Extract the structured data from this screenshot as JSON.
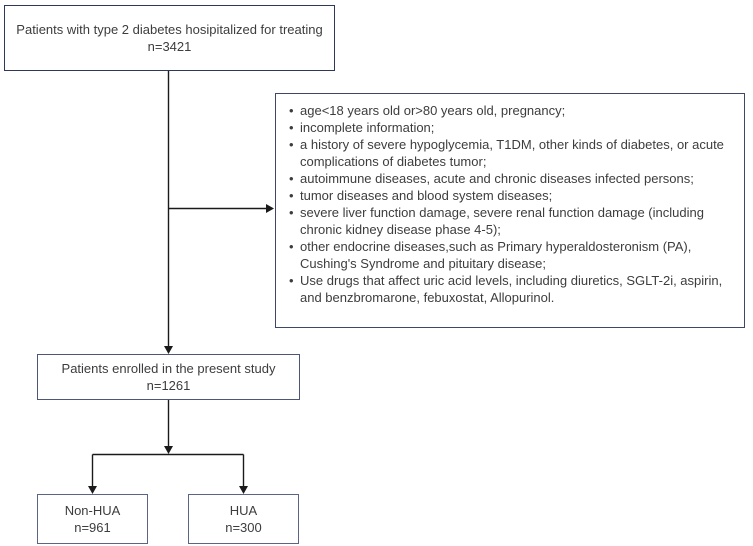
{
  "flowchart": {
    "top_box": {
      "text": "Patients with type 2 diabetes hosipitalized for treating",
      "count": "n=3421"
    },
    "exclusion_box": {
      "bullet": "•",
      "items": [
        "age<18 years old or>80 years old, pregnancy;",
        "incomplete information;",
        "a history of severe hypoglycemia, T1DM, other kinds of diabetes, or acute complications of diabetes tumor;",
        "autoimmune diseases, acute and chronic diseases infected persons;",
        "tumor diseases and blood system diseases;",
        "severe liver function damage, severe renal function damage (including chronic kidney disease phase 4-5);",
        "other endocrine diseases,such as Primary hyperaldosteronism (PA), Cushing's Syndrome and pituitary disease;",
        "Use drugs that affect uric acid levels, including diuretics, SGLT-2i, aspirin, and benzbromarone, febuxostat, Allopurinol."
      ]
    },
    "enrolled_box": {
      "text": "Patients enrolled in the present study",
      "count": "n=1261"
    },
    "non_hua_box": {
      "label": "Non-HUA",
      "count": "n=961"
    },
    "hua_box": {
      "label": "HUA",
      "count": "n=300"
    },
    "colors": {
      "box_border": "#3e4769",
      "box_border_light": "#5c6486",
      "arrow": "#1a1a1a",
      "text": "#3d3d3d",
      "background": "#ffffff"
    }
  }
}
